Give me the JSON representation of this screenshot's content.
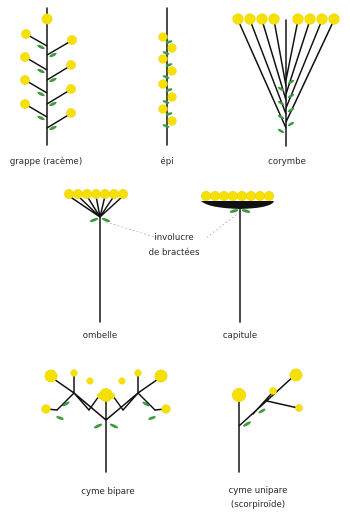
{
  "labels": {
    "grappe": "grappe (racème)",
    "epi": "épi",
    "corymbe": "corymbe",
    "involucre_line1": "involucre",
    "involucre_line2": "de bractées",
    "ombelle": "ombelle",
    "capitule": "capitule",
    "cyme_bipare": "cyme bipare",
    "cyme_unipare_line1": "cyme unipare",
    "cyme_unipare_line2": "(scorpiroïde)"
  },
  "colors": {
    "flower": "#f5e000",
    "bract": "#3d9a3d",
    "stem": "#111111"
  }
}
